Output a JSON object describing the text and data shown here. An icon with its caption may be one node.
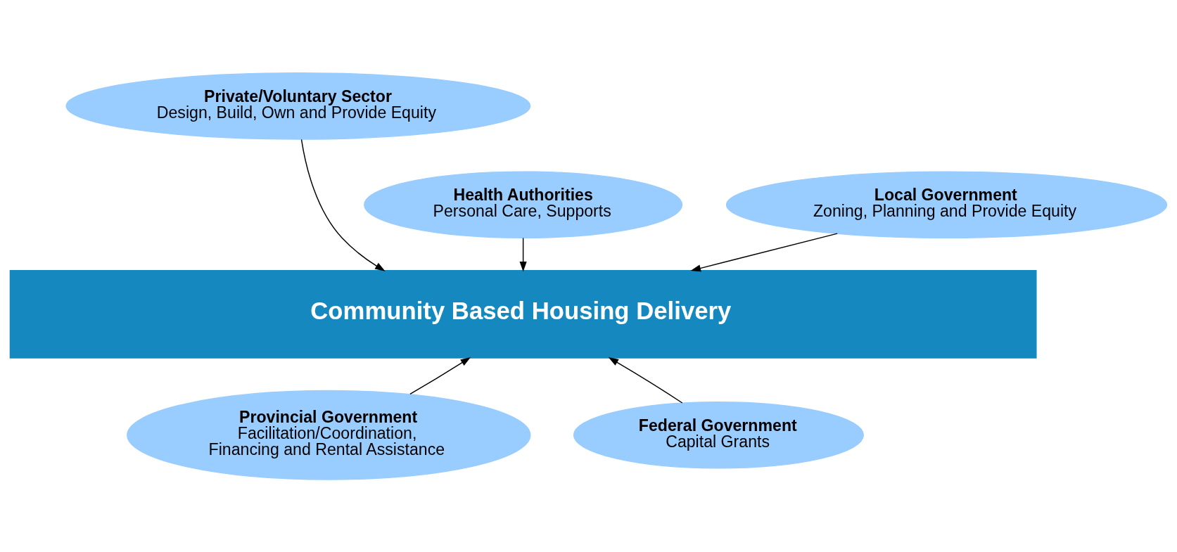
{
  "diagram": {
    "nodes": [
      {
        "text": [
          "Private/Voluntary Sector",
          "Design, Build, Own and Provide Equity"
        ]
      },
      {
        "text": [
          "Health Authorities",
          "Personal Care, Supports"
        ]
      },
      {
        "text": [
          "Local Government",
          "Zoning, Planning and Provide Equity"
        ]
      },
      {
        "text": [
          "Community Based Housing Delivery"
        ]
      },
      {
        "text": [
          "Provincial Government",
          "Facilitation/Coordination, Financing and Rental Assistance"
        ]
      },
      {
        "text": [
          "Federal Government",
          "Capital Grants"
        ]
      }
    ],
    "edges": [
      {
        "from": 1,
        "to": 3,
        "arrow": "to"
      },
      {
        "from": 0,
        "to": 3,
        "arrow": "to"
      },
      {
        "from": 2,
        "to": 3,
        "arrow": "to"
      },
      {
        "from": 4,
        "to": 3,
        "arrow": "to"
      },
      {
        "from": 5,
        "to": 3,
        "arrow": "to"
      }
    ]
  }
}
